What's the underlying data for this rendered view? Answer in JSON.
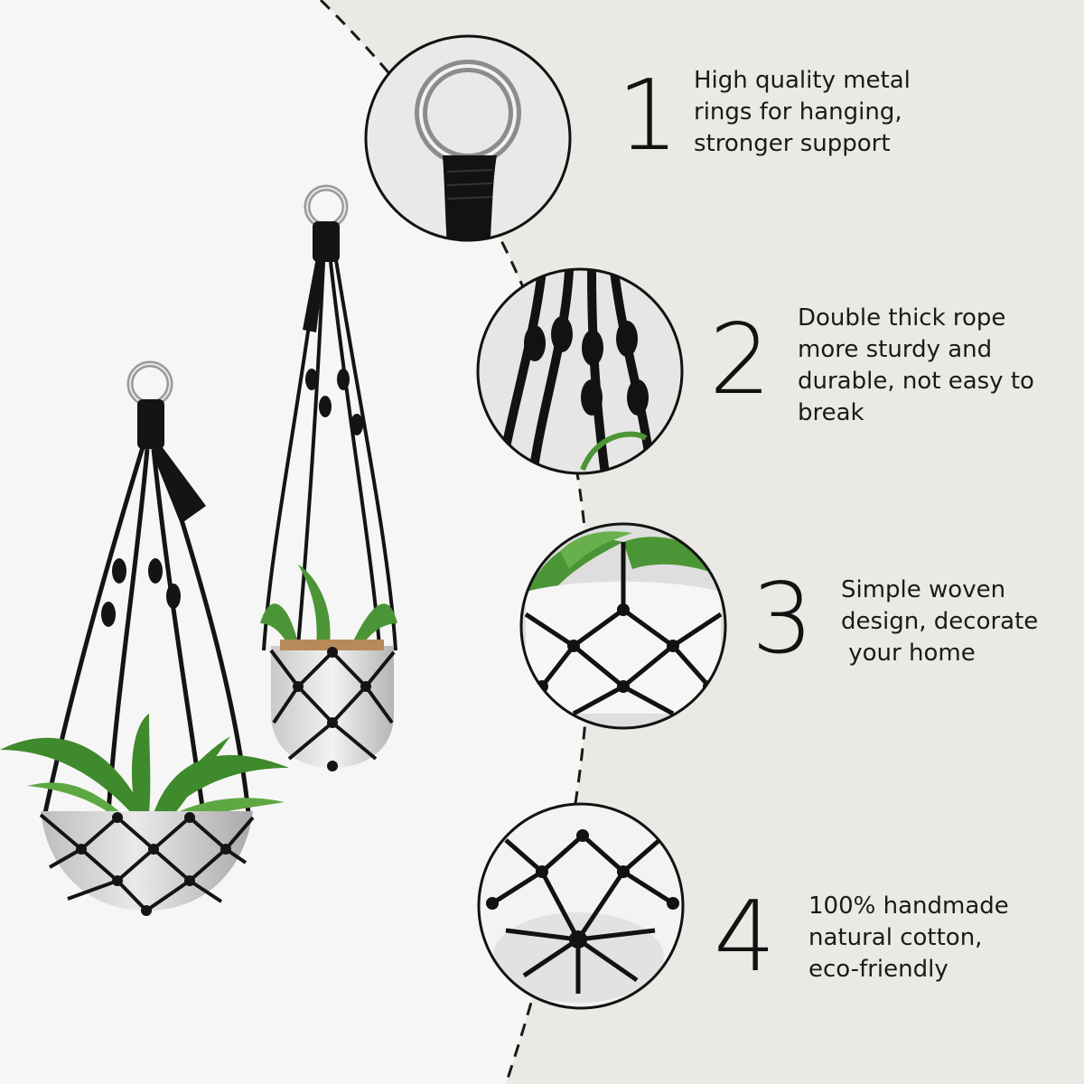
{
  "features": [
    {
      "number": "1",
      "lines": [
        "High quality metal",
        "rings for hanging,",
        "stronger support"
      ]
    },
    {
      "number": "2",
      "lines": [
        "Double thick rope",
        "more sturdy and",
        "durable, not easy to",
        "break"
      ]
    },
    {
      "number": "3",
      "lines": [
        "Simple woven",
        "design, decorate",
        " your home"
      ]
    },
    {
      "number": "4",
      "lines": [
        "100% handmade",
        "natural cotton,",
        "eco-friendly"
      ]
    }
  ],
  "colors": {
    "left_panel": "#f5f5f5",
    "right_panel": "#ebe9e4",
    "rope": "#111111",
    "text": "#1a1a1a"
  }
}
